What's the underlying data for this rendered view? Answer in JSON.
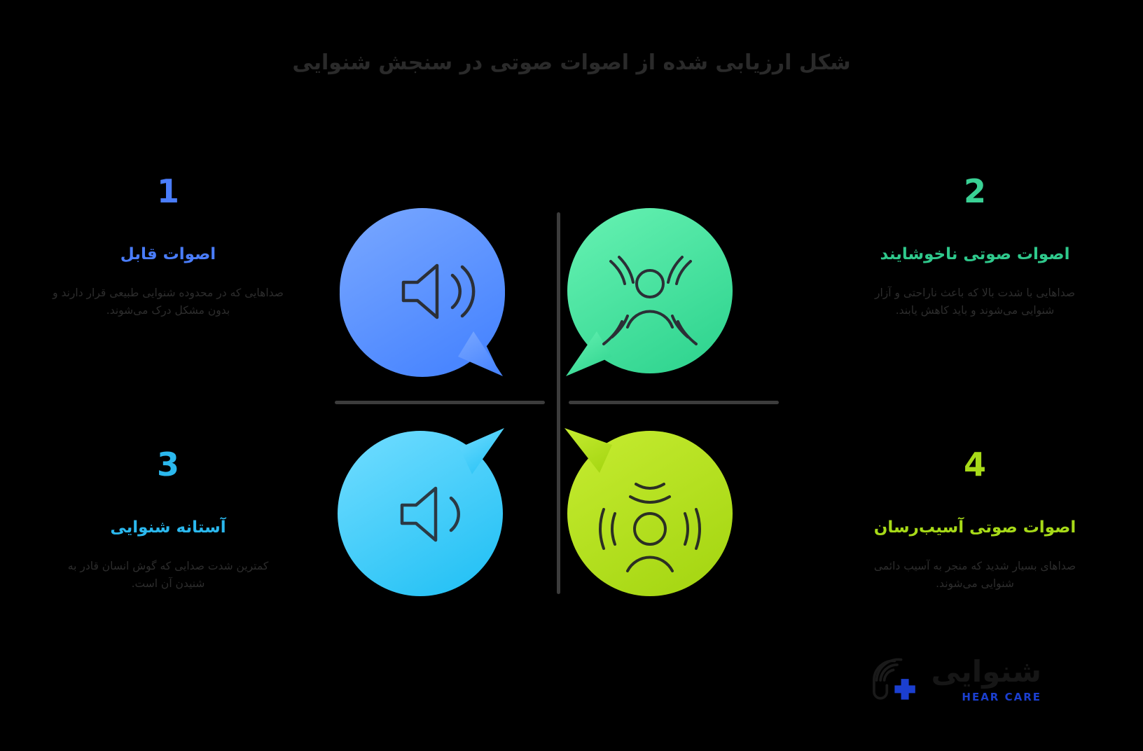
{
  "page": {
    "background": "#000000",
    "title": "شکل ارزیابی شده از اصوات صوتی در سنجش شنوایی"
  },
  "dividers": {
    "color": "#3c3c3c"
  },
  "quadrants": [
    {
      "number": "1",
      "number_color": "#4a7dfc",
      "heading": "اصوات قابل",
      "heading_color": "#4a7dfc",
      "body": "صداهایی که در محدوده شنوایی طبیعی قرار دارند و بدون مشکل درک می‌شوند.",
      "icon_name": "speaker-high-volume-icon",
      "bubble_color_from": "#7aa8ff",
      "bubble_color_to": "#4f8cff",
      "tail": "bottom-right"
    },
    {
      "number": "2",
      "number_color": "#3ad195",
      "heading": "اصوات صوتی ناخوشایند",
      "heading_color": "#2fc98c",
      "body": "صداهایی با شدت بالا که باعث ناراحتی و آزار شنوایی می‌شوند و باید کاهش یابند.",
      "icon_name": "distressed-face-noise-icon",
      "bubble_color_from": "#63f0b0",
      "bubble_color_to": "#2fd48f",
      "tail": "bottom-left"
    },
    {
      "number": "3",
      "number_color": "#2bb8ee",
      "heading": "آستانه شنوایی",
      "heading_color": "#2bb8ee",
      "body": "کمترین شدت صدایی که گوش انسان قادر به شنیدن آن است.",
      "icon_name": "speaker-low-volume-icon",
      "bubble_color_from": "#6fdcff",
      "bubble_color_to": "#27c2f5",
      "tail": "top-right"
    },
    {
      "number": "4",
      "number_color": "#a7da18",
      "heading": "اصوات صوتی آسیب‌رسان",
      "heading_color": "#a7da18",
      "body": "صداهای بسیار شدید که منجر به آسیب دائمی شنوایی می‌شوند.",
      "icon_name": "pained-face-loud-noise-icon",
      "bubble_color_from": "#c3ea2e",
      "bubble_color_to": "#a5d612",
      "tail": "top-left"
    }
  ],
  "logo": {
    "mark_name": "ear-sound-cross-logo-icon",
    "name": "شنوایی",
    "subtitle": "HEAR CARE",
    "accent_color": "#1b3fd0"
  }
}
